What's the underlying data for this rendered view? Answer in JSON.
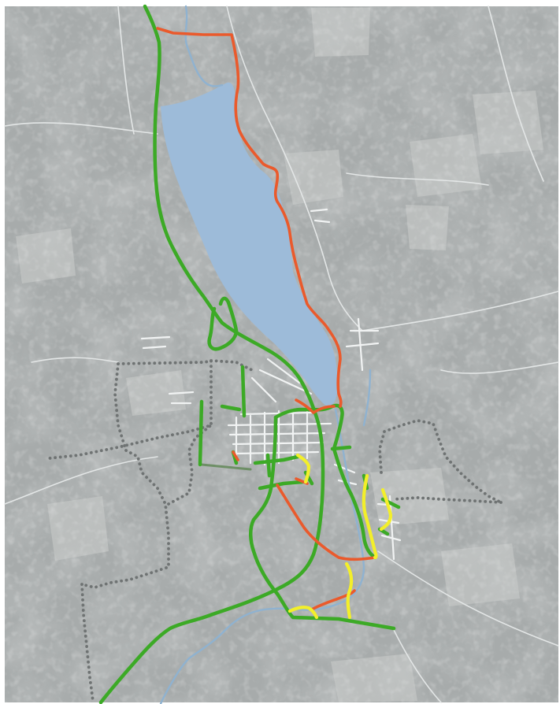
{
  "map": {
    "colors": {
      "border": "#ffffff",
      "base": "#a7abab",
      "field_light": "#c1c4c3",
      "forest_dark": "#8f9494",
      "lake": "#9dbbd9",
      "green_route": "#3caa26",
      "orange_route": "#ea5a2c",
      "yellow_route": "#f3ef2a",
      "gray_dotted_route": "#6f7373"
    },
    "layers": [
      {
        "name": "lake",
        "type": "water"
      },
      {
        "name": "river",
        "type": "stream"
      },
      {
        "name": "green-routes",
        "type": "line",
        "style": "solid"
      },
      {
        "name": "orange-routes",
        "type": "line",
        "style": "solid"
      },
      {
        "name": "yellow-routes",
        "type": "line",
        "style": "solid"
      },
      {
        "name": "gray-routes",
        "type": "line",
        "style": "dotted"
      }
    ]
  }
}
